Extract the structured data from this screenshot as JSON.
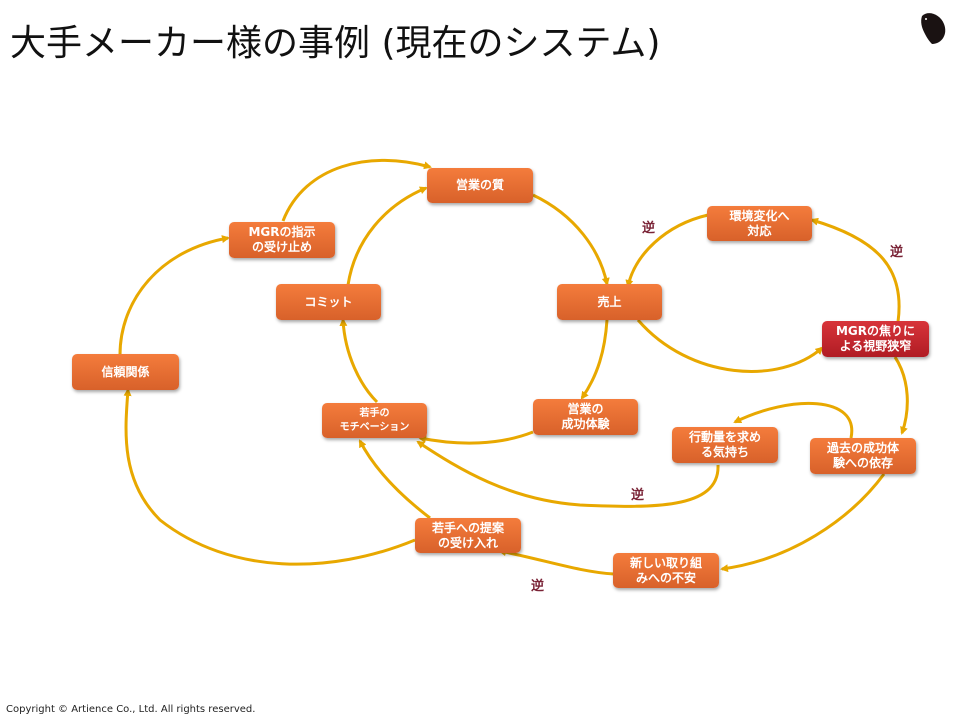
{
  "slide": {
    "title": "大手メーカー様の事例 (現在のシステム)",
    "footer": "Copyright © Artience Co., Ltd. All rights reserved.",
    "logo_icon": "hedgehog-logo-icon"
  },
  "colors": {
    "node_orange": "#e8692e",
    "node_red": "#c4262d",
    "arrow": "#e8a800",
    "reverse_label": "#7a2336"
  },
  "nodes": {
    "quality": "営業の質",
    "sales": "売上",
    "commit": "コミット",
    "mgr_instruction": "MGRの指示\nの受け止め",
    "trust": "信頼関係",
    "young_motivation": "若手の\nモチベーション",
    "sales_success": "営業の\n成功体験",
    "env_change": "環境変化へ\n対応",
    "mgr_impatience": "MGRの焦りに\nよる視野狭窄",
    "action_desire": "行動量を求め\nる気持ち",
    "past_success": "過去の成功体\n験への依存",
    "young_proposal": "若手への提案\nの受け入れ",
    "new_anxiety": "新しい取り組\nみへの不安"
  },
  "reverse_label": "逆",
  "links": [
    {
      "from": "quality",
      "to": "sales",
      "reverse": false
    },
    {
      "from": "sales",
      "to": "sales_success",
      "reverse": false
    },
    {
      "from": "sales_success",
      "to": "young_motivation",
      "reverse": false
    },
    {
      "from": "young_motivation",
      "to": "commit",
      "reverse": false
    },
    {
      "from": "commit",
      "to": "quality",
      "reverse": false
    },
    {
      "from": "trust",
      "to": "mgr_instruction",
      "reverse": false
    },
    {
      "from": "mgr_instruction",
      "to": "quality",
      "reverse": false
    },
    {
      "from": "young_proposal",
      "to": "trust",
      "reverse": false
    },
    {
      "from": "young_proposal",
      "to": "young_motivation",
      "reverse": false
    },
    {
      "from": "env_change",
      "to": "sales",
      "reverse": true
    },
    {
      "from": "sales",
      "to": "mgr_impatience",
      "reverse": false
    },
    {
      "from": "mgr_impatience",
      "to": "env_change",
      "reverse": true
    },
    {
      "from": "mgr_impatience",
      "to": "past_success",
      "reverse": false
    },
    {
      "from": "past_success",
      "to": "action_desire",
      "reverse": false
    },
    {
      "from": "action_desire",
      "to": "young_motivation",
      "reverse": true
    },
    {
      "from": "past_success",
      "to": "new_anxiety",
      "reverse": false
    },
    {
      "from": "new_anxiety",
      "to": "young_proposal",
      "reverse": true
    }
  ]
}
